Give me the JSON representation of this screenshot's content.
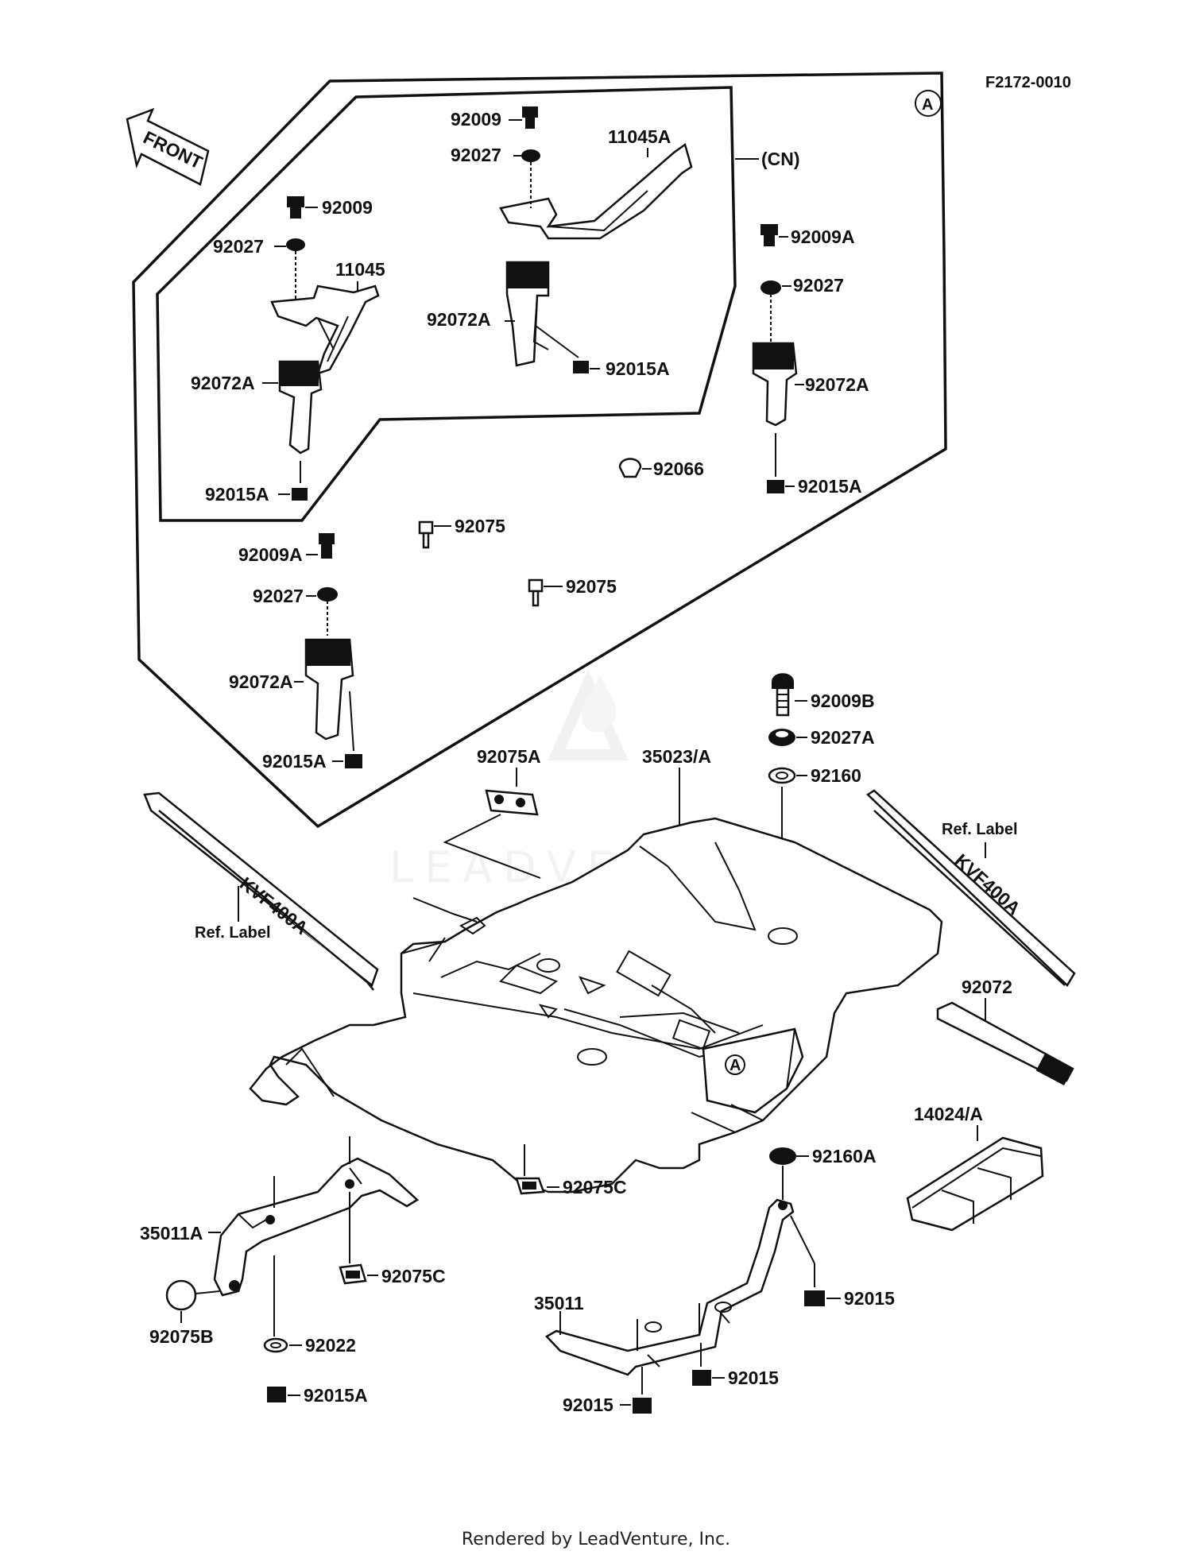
{
  "diagram_code": "F2172-0010",
  "detail_mark": "A",
  "variant_mark": "(CN)",
  "front_arrow": "FRONT",
  "watermark": "LEADVENTURE",
  "footer": "Rendered by LeadVenture, Inc.",
  "labels": {
    "l92009_top": "92009",
    "l92027_top": "92027",
    "l11045A": "11045A",
    "l92009_left": "92009",
    "l92027_left": "92027",
    "l11045": "11045",
    "l92072A_mid": "92072A",
    "l92015A_mid": "92015A",
    "l92072A_left": "92072A",
    "l92015A_left": "92015A",
    "l92009A_right": "92009A",
    "l92027_right": "92027",
    "l92072A_right": "92072A",
    "l92015A_right": "92015A",
    "l92066": "92066",
    "l92075_a": "92075",
    "l92075_b": "92075",
    "l92009A_low": "92009A",
    "l92027_low": "92027",
    "l92072A_low": "92072A",
    "l92015A_low": "92015A",
    "l92009B": "92009B",
    "l92027A": "92027A",
    "l92160": "92160",
    "l92075A": "92075A",
    "l35023A": "35023/A",
    "l_ref_left": "Ref. Label",
    "l_ref_right": "Ref. Label",
    "l92072": "92072",
    "l14024A": "14024/A",
    "l92160A": "92160A",
    "l92075C_mid": "92075C",
    "l35011A": "35011A",
    "l92075C_low": "92075C",
    "l92075B": "92075B",
    "l92022": "92022",
    "l92015A_bottom": "92015A",
    "l35011": "35011",
    "l92015_right": "92015",
    "l92015_mid": "92015",
    "l92015_low": "92015"
  },
  "decals": {
    "left_text": "KVF400A",
    "right_text": "KVF400A"
  }
}
